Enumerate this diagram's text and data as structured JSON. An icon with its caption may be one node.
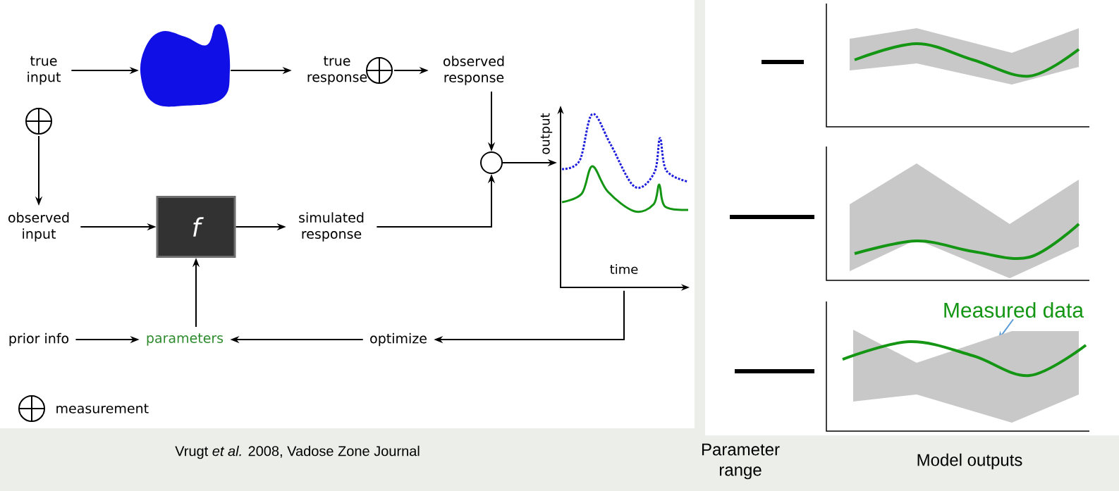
{
  "diagram": {
    "nodes": [
      {
        "text": [
          "true input"
        ]
      },
      {
        "text": [],
        "shape": "cloud"
      },
      {
        "text": [
          "true response"
        ]
      },
      {
        "text": [],
        "shape": "circle"
      },
      {
        "text": [
          "observed response"
        ]
      },
      {
        "text": [],
        "shape": "circle"
      },
      {
        "text": [
          "observed input"
        ]
      },
      {
        "text": [
          "f"
        ]
      },
      {
        "text": [
          "simulated response"
        ]
      },
      {
        "text": [],
        "shape": "circle"
      },
      {
        "text": [],
        "shape": "picture"
      },
      {
        "text": [
          "prior info"
        ]
      },
      {
        "text": [
          "parameters"
        ]
      },
      {
        "text": [
          "optimize"
        ]
      },
      {
        "text": [
          "Measured data"
        ]
      }
    ],
    "edges": [
      {
        "from": 0,
        "to": 1,
        "arrow": "to"
      },
      {
        "from": 1,
        "to": 2,
        "arrow": "to"
      },
      {
        "from": 3,
        "to": 4,
        "arrow": "to"
      },
      {
        "from": 4,
        "to": 9,
        "arrow": "to"
      },
      {
        "from": 5,
        "to": 6,
        "arrow": "to"
      },
      {
        "from": 6,
        "to": 7,
        "arrow": "to"
      },
      {
        "from": 7,
        "to": 8,
        "arrow": "to"
      },
      {
        "from": 8,
        "to": 9,
        "arrow": "to"
      },
      {
        "from": 9,
        "to": 10,
        "arrow": "to"
      },
      {
        "from": 12,
        "to": 7,
        "arrow": "to"
      },
      {
        "from": 11,
        "to": 12,
        "arrow": "to"
      },
      {
        "from": 13,
        "to": 12,
        "arrow": "to"
      },
      {
        "from": 10,
        "to": 13,
        "arrow": "to"
      },
      {
        "from": 14,
        "to": null,
        "arrow": "to",
        "color": "#5b9bd5"
      }
    ],
    "labels": [
      "output",
      "time",
      "Vrugt *et al.* 2008, Vadose Zone Journal",
      "Parameter range",
      "Model outputs"
    ],
    "legend": [
      {
        "text": "measurement"
      }
    ]
  }
}
